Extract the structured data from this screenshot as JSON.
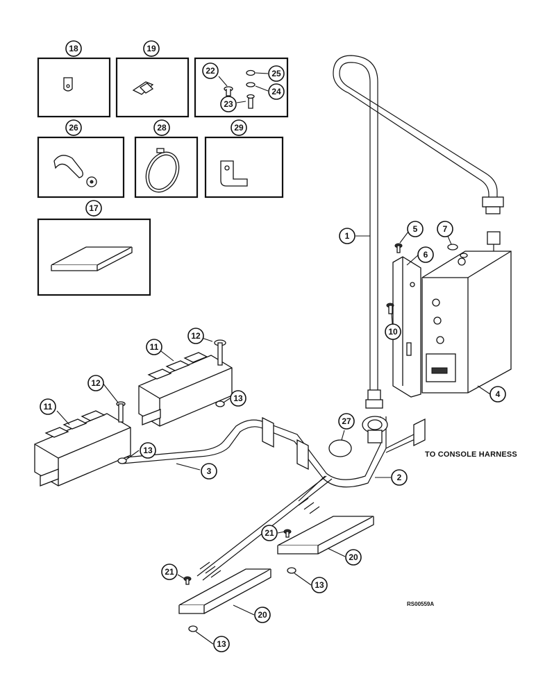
{
  "callouts": {
    "c1": "1",
    "c2": "2",
    "c3": "3",
    "c4": "4",
    "c5": "5",
    "c6": "6",
    "c7": "7",
    "c10": "10",
    "c11a": "11",
    "c11b": "11",
    "c12a": "12",
    "c12b": "12",
    "c13a": "13",
    "c13b": "13",
    "c13c": "13",
    "c13d": "13",
    "c17": "17",
    "c18": "18",
    "c19": "19",
    "c20a": "20",
    "c20b": "20",
    "c21a": "21",
    "c21b": "21",
    "c22": "22",
    "c23": "23",
    "c24": "24",
    "c25": "25",
    "c26": "26",
    "c27": "27",
    "c28": "28",
    "c29": "29"
  },
  "notes": {
    "console_harness": "TO CONSOLE HARNESS",
    "drawing_ref": "RS00559A"
  }
}
